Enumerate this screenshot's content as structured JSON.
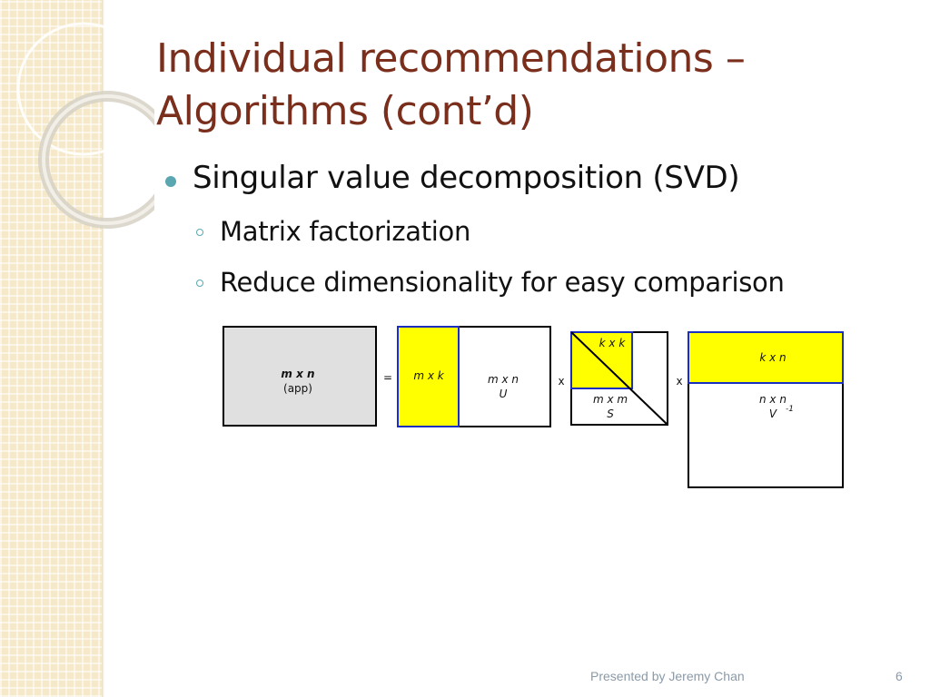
{
  "slide": {
    "title_line1": "Individual recommendations –",
    "title_line2": "Algorithms (cont’d)",
    "bullet": "Singular value decomposition (SVD)",
    "sub_bullets": [
      "Matrix factorization",
      "Reduce dimensionality for easy comparison"
    ]
  },
  "diagram": {
    "matrix_a_dims": "m x n",
    "matrix_a_label": "(app)",
    "equals": "=",
    "u_block": "m x k",
    "u_dims": "m x n",
    "u_name": "U",
    "times1": "x",
    "s_block": "k x k",
    "s_dims": "m x m",
    "s_name": "S",
    "times2": "x",
    "v_block": "k x n",
    "v_dims": "n x n",
    "v_name": "V",
    "v_superscript": "-1"
  },
  "footer": {
    "presenter": "Presented by Jeremy Chan",
    "page_number": "6"
  },
  "colors": {
    "title": "#7a2e1c",
    "highlight": "#ffff00",
    "highlight_border": "#1a2fc0",
    "bullet": "#5aa7b2",
    "side_panel": "#f5e9c9"
  }
}
